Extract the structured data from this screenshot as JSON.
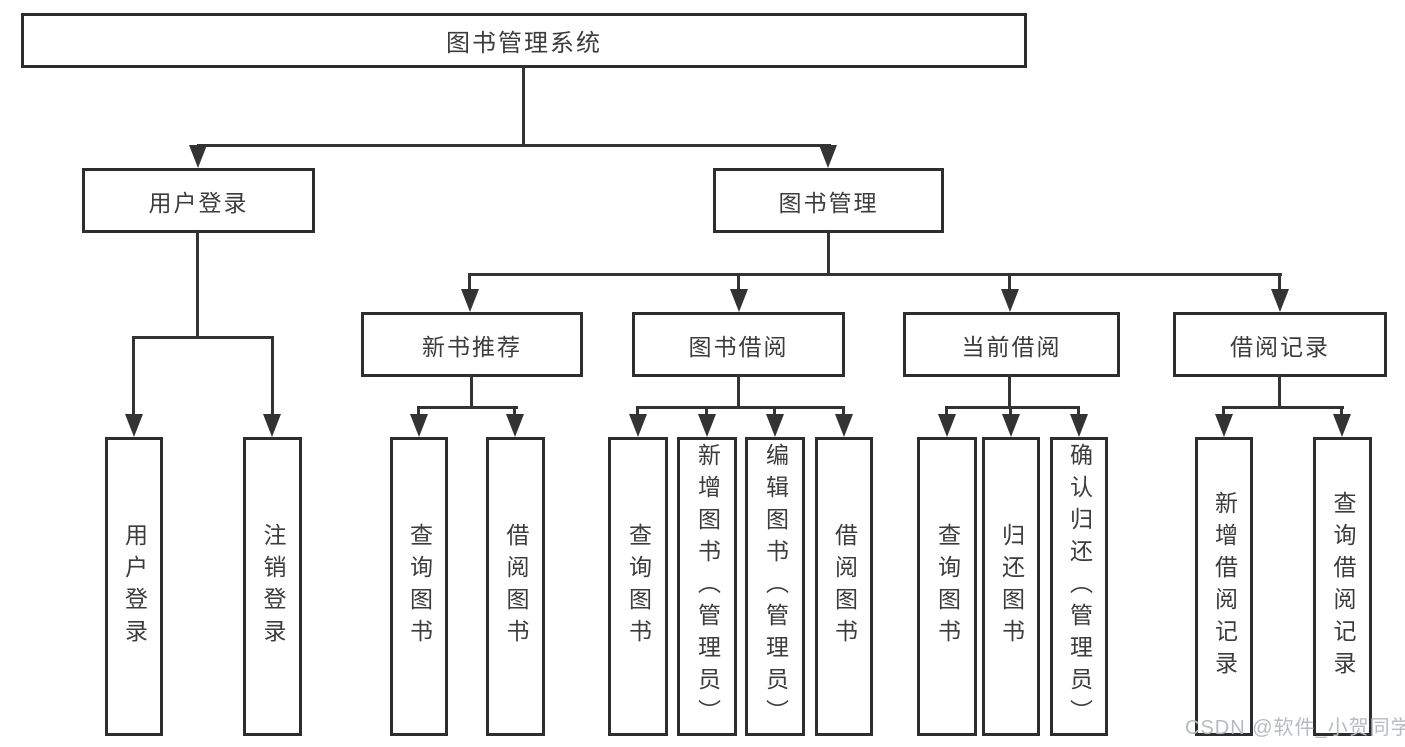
{
  "tree": {
    "label": "图书管理系统",
    "children": [
      {
        "label": "用户登录",
        "children": [
          {
            "label": "用户登录"
          },
          {
            "label": "注销登录"
          }
        ]
      },
      {
        "label": "图书管理",
        "children": [
          {
            "label": "新书推荐",
            "children": [
              {
                "label": "查询图书"
              },
              {
                "label": "借阅图书"
              }
            ]
          },
          {
            "label": "图书借阅",
            "children": [
              {
                "label": "查询图书"
              },
              {
                "label": "新增图书（管理员）"
              },
              {
                "label": "编辑图书（管理员）"
              },
              {
                "label": "借阅图书"
              }
            ]
          },
          {
            "label": "当前借阅",
            "children": [
              {
                "label": "查询图书"
              },
              {
                "label": "归还图书"
              },
              {
                "label": "确认归还（管理员）"
              }
            ]
          },
          {
            "label": "借阅记录",
            "children": [
              {
                "label": "新增借阅记录"
              },
              {
                "label": "查询借阅记录"
              }
            ]
          }
        ]
      }
    ]
  },
  "watermark": "CSDN @软件_小贺同学",
  "colors": {
    "line": "#333333",
    "box_border": "#2d2d2d",
    "box_fill": "#ffffff",
    "text": "#3c3c3c",
    "watermark": "#b7bbc0",
    "background": "#ffffff"
  }
}
